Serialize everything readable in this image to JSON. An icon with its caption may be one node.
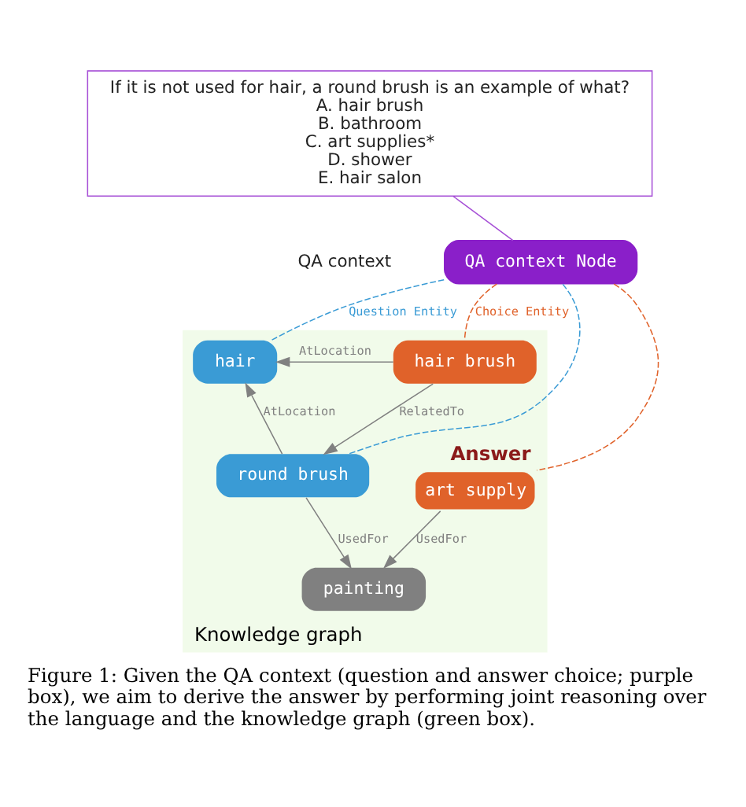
{
  "diagram": {
    "caption": "Figure 1: Given the QA context (question and answer choice; purple box), we aim to derive the answer by performing joint reasoning over the language and the knowledge graph (green box).",
    "nodes": [
      {
        "text": [
          "If it is not used for hair, a round brush is an example of what?",
          "A. hair brush",
          "B. bathroom",
          "C. art supplies*",
          "D. shower",
          "E. hair salon"
        ],
        "beside": [
          "QA context"
        ]
      },
      {
        "text": [
          "QA context Node"
        ]
      },
      {
        "text": [
          "Knowledge graph"
        ]
      },
      {
        "text": [
          "hair"
        ],
        "in": 2
      },
      {
        "text": [
          "hair brush"
        ],
        "in": 2
      },
      {
        "text": [
          "round brush"
        ],
        "in": 2
      },
      {
        "text": [
          "art supply"
        ],
        "in": 2,
        "beside": [
          "Answer"
        ]
      },
      {
        "text": [
          "painting"
        ],
        "in": 2
      }
    ],
    "edges": [
      {
        "from": 0,
        "to": 1,
        "arrow": "none",
        "color": "#a64fd6"
      },
      {
        "from": 1,
        "to": 3,
        "arrow": "none",
        "style": "dashed",
        "color": "#3a9bd5",
        "label": "Question Entity"
      },
      {
        "from": 1,
        "to": 5,
        "arrow": "none",
        "style": "dashed",
        "color": "#3a9bd5"
      },
      {
        "from": 1,
        "to": 4,
        "arrow": "none",
        "style": "dashed",
        "color": "#e0622a",
        "label": "Choice Entity"
      },
      {
        "from": 1,
        "to": 6,
        "arrow": "none",
        "style": "dashed",
        "color": "#e0622a"
      },
      {
        "from": 4,
        "to": 3,
        "arrow": "to",
        "label": "AtLocation"
      },
      {
        "from": 5,
        "to": 3,
        "arrow": "to",
        "label": "AtLocation"
      },
      {
        "from": 4,
        "to": 5,
        "arrow": "to",
        "label": "RelatedTo"
      },
      {
        "from": 5,
        "to": 7,
        "arrow": "to",
        "label": "UsedFor"
      },
      {
        "from": 6,
        "to": 7,
        "arrow": "to",
        "label": "UsedFor"
      }
    ]
  }
}
